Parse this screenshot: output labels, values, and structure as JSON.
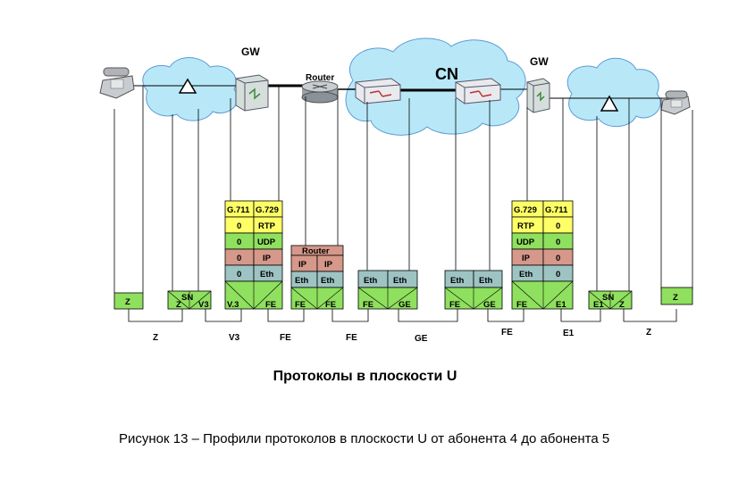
{
  "diagram": {
    "nodes": {
      "gw_left": "GW",
      "gw_right": "GW",
      "router": "Router",
      "core": "CN"
    },
    "stacks": {
      "gw_left": {
        "col1": [
          "G.711",
          "0",
          "0",
          "0",
          "0"
        ],
        "col2": [
          "G.729",
          "RTP",
          "UDP",
          "IP",
          "Eth"
        ],
        "bottom": [
          "V.3",
          "FE"
        ]
      },
      "router": {
        "header": "Router",
        "col1": [
          "IP",
          "Eth"
        ],
        "col2": [
          "IP",
          "Eth"
        ],
        "bottom": [
          "FE",
          "FE"
        ]
      },
      "switch_left": {
        "col1": [
          "Eth"
        ],
        "col2": [
          "Eth"
        ],
        "bottom": [
          "FE",
          "GE"
        ]
      },
      "switch_right": {
        "col1": [
          "Eth"
        ],
        "col2": [
          "Eth"
        ],
        "bottom": [
          "FE",
          "GE"
        ]
      },
      "gw_right": {
        "col1": [
          "G.729",
          "RTP",
          "UDP",
          "IP",
          "Eth"
        ],
        "col2": [
          "G.711",
          "0",
          "0",
          "0",
          "0"
        ],
        "bottom": [
          "FE",
          "E1"
        ]
      },
      "subscriber_left": "Z",
      "subscriber_right": "Z",
      "sn_left": {
        "header": "SN",
        "left": "Z",
        "right": "V3"
      },
      "sn_right": {
        "header": "SN",
        "left": "E1",
        "right": "Z"
      }
    },
    "link_labels": [
      "Z",
      "V3",
      "FE",
      "FE",
      "GE",
      "FE",
      "E1",
      "Z"
    ],
    "colors": {
      "green": "#8fe05e",
      "yellow": "#ffff66",
      "salmon": "#d6988a",
      "teal": "#9ec3c3",
      "cloud": "#b8e8f8"
    }
  },
  "title": "Протоколы в плоскости U",
  "caption": "Рисунок 13 – Профили протоколов в плоскости U от абонента 4 до абонента 5"
}
